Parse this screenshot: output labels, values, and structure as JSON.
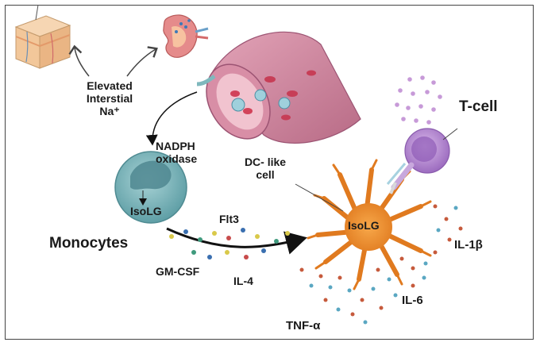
{
  "labels": {
    "elevated_line1": "Elevated",
    "elevated_line2": "Interstial",
    "elevated_line3": "Na⁺",
    "nadph_line1": "NADPH",
    "nadph_line2": "oxidase",
    "dc_line1": "DC- like",
    "dc_line2": "cell",
    "isolg_monocyte": "IsoLG",
    "isolg_dc": "IsoLG",
    "monocytes": "Monocytes",
    "flt3": "Flt3",
    "gmcsf": "GM-CSF",
    "il4": "IL-4",
    "tcell": "T-cell",
    "il1b": "IL-1β",
    "il6": "IL-6",
    "tnfa": "TNF-α"
  },
  "icons": {
    "skin": "skin-tissue-icon",
    "kidney": "kidney-icon",
    "vessel": "blood-vessel-icon",
    "monocyte": "monocyte-cell-icon",
    "dc": "dendritic-cell-icon",
    "tcell": "t-cell-icon"
  },
  "colors": {
    "skin_layers": "#f2c79a",
    "kidney": "#e58b8b",
    "vessel": "#c97b96",
    "monocyte": "#7fb8bd",
    "dc": "#f08a2e",
    "tcell": "#b58ad1",
    "tcell_dots": "#c79ad8",
    "cytokine_red": "#c65a3c",
    "cytokine_blue": "#5aa7c2"
  }
}
